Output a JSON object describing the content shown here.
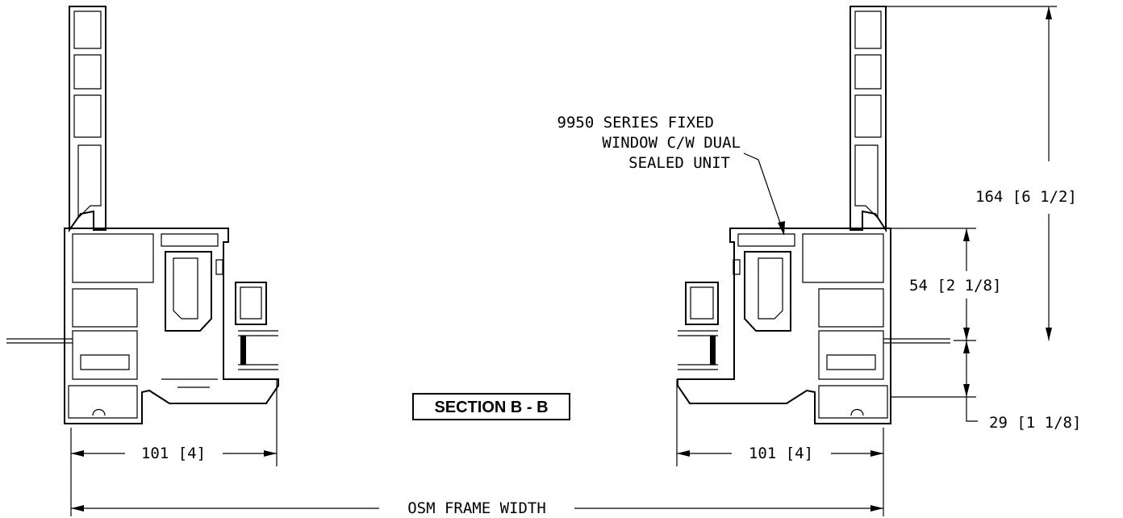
{
  "section_title": "SECTION B - B",
  "callout": {
    "line1": "9950 SERIES FIXED",
    "line2": "WINDOW C/W DUAL",
    "line3": "SEALED UNIT"
  },
  "dimensions": {
    "overall_height": "164 [6 1/2]",
    "frame_height": "54 [2 1/8]",
    "sill_height": "29 [1 1/8]",
    "left_depth": "101 [4]",
    "right_depth": "101 [4]",
    "frame_width": "OSM FRAME WIDTH"
  }
}
